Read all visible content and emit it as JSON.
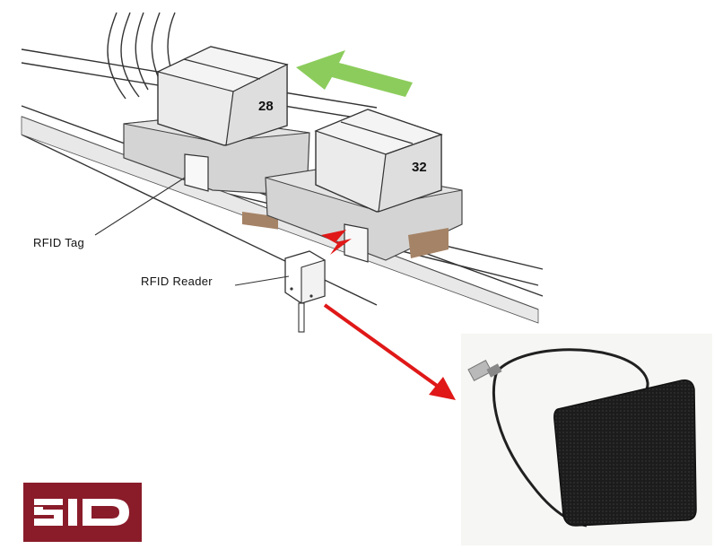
{
  "labels": {
    "rfid_tag": "RFID Tag",
    "rfid_reader": "RFID Reader"
  },
  "boxes": {
    "box1_number": "28",
    "box2_number": "32"
  },
  "logo": {
    "text": "SID",
    "background_color": "#8a1c2a"
  },
  "colors": {
    "arrow_green": "#8ccc5c",
    "signal_arrow_red": "#e01818",
    "carrier_gray": "#d4d4d4",
    "pad_black": "#1c1c1c"
  },
  "icons": {
    "direction": "green-arrow-left",
    "pointer": "red-arrow"
  }
}
